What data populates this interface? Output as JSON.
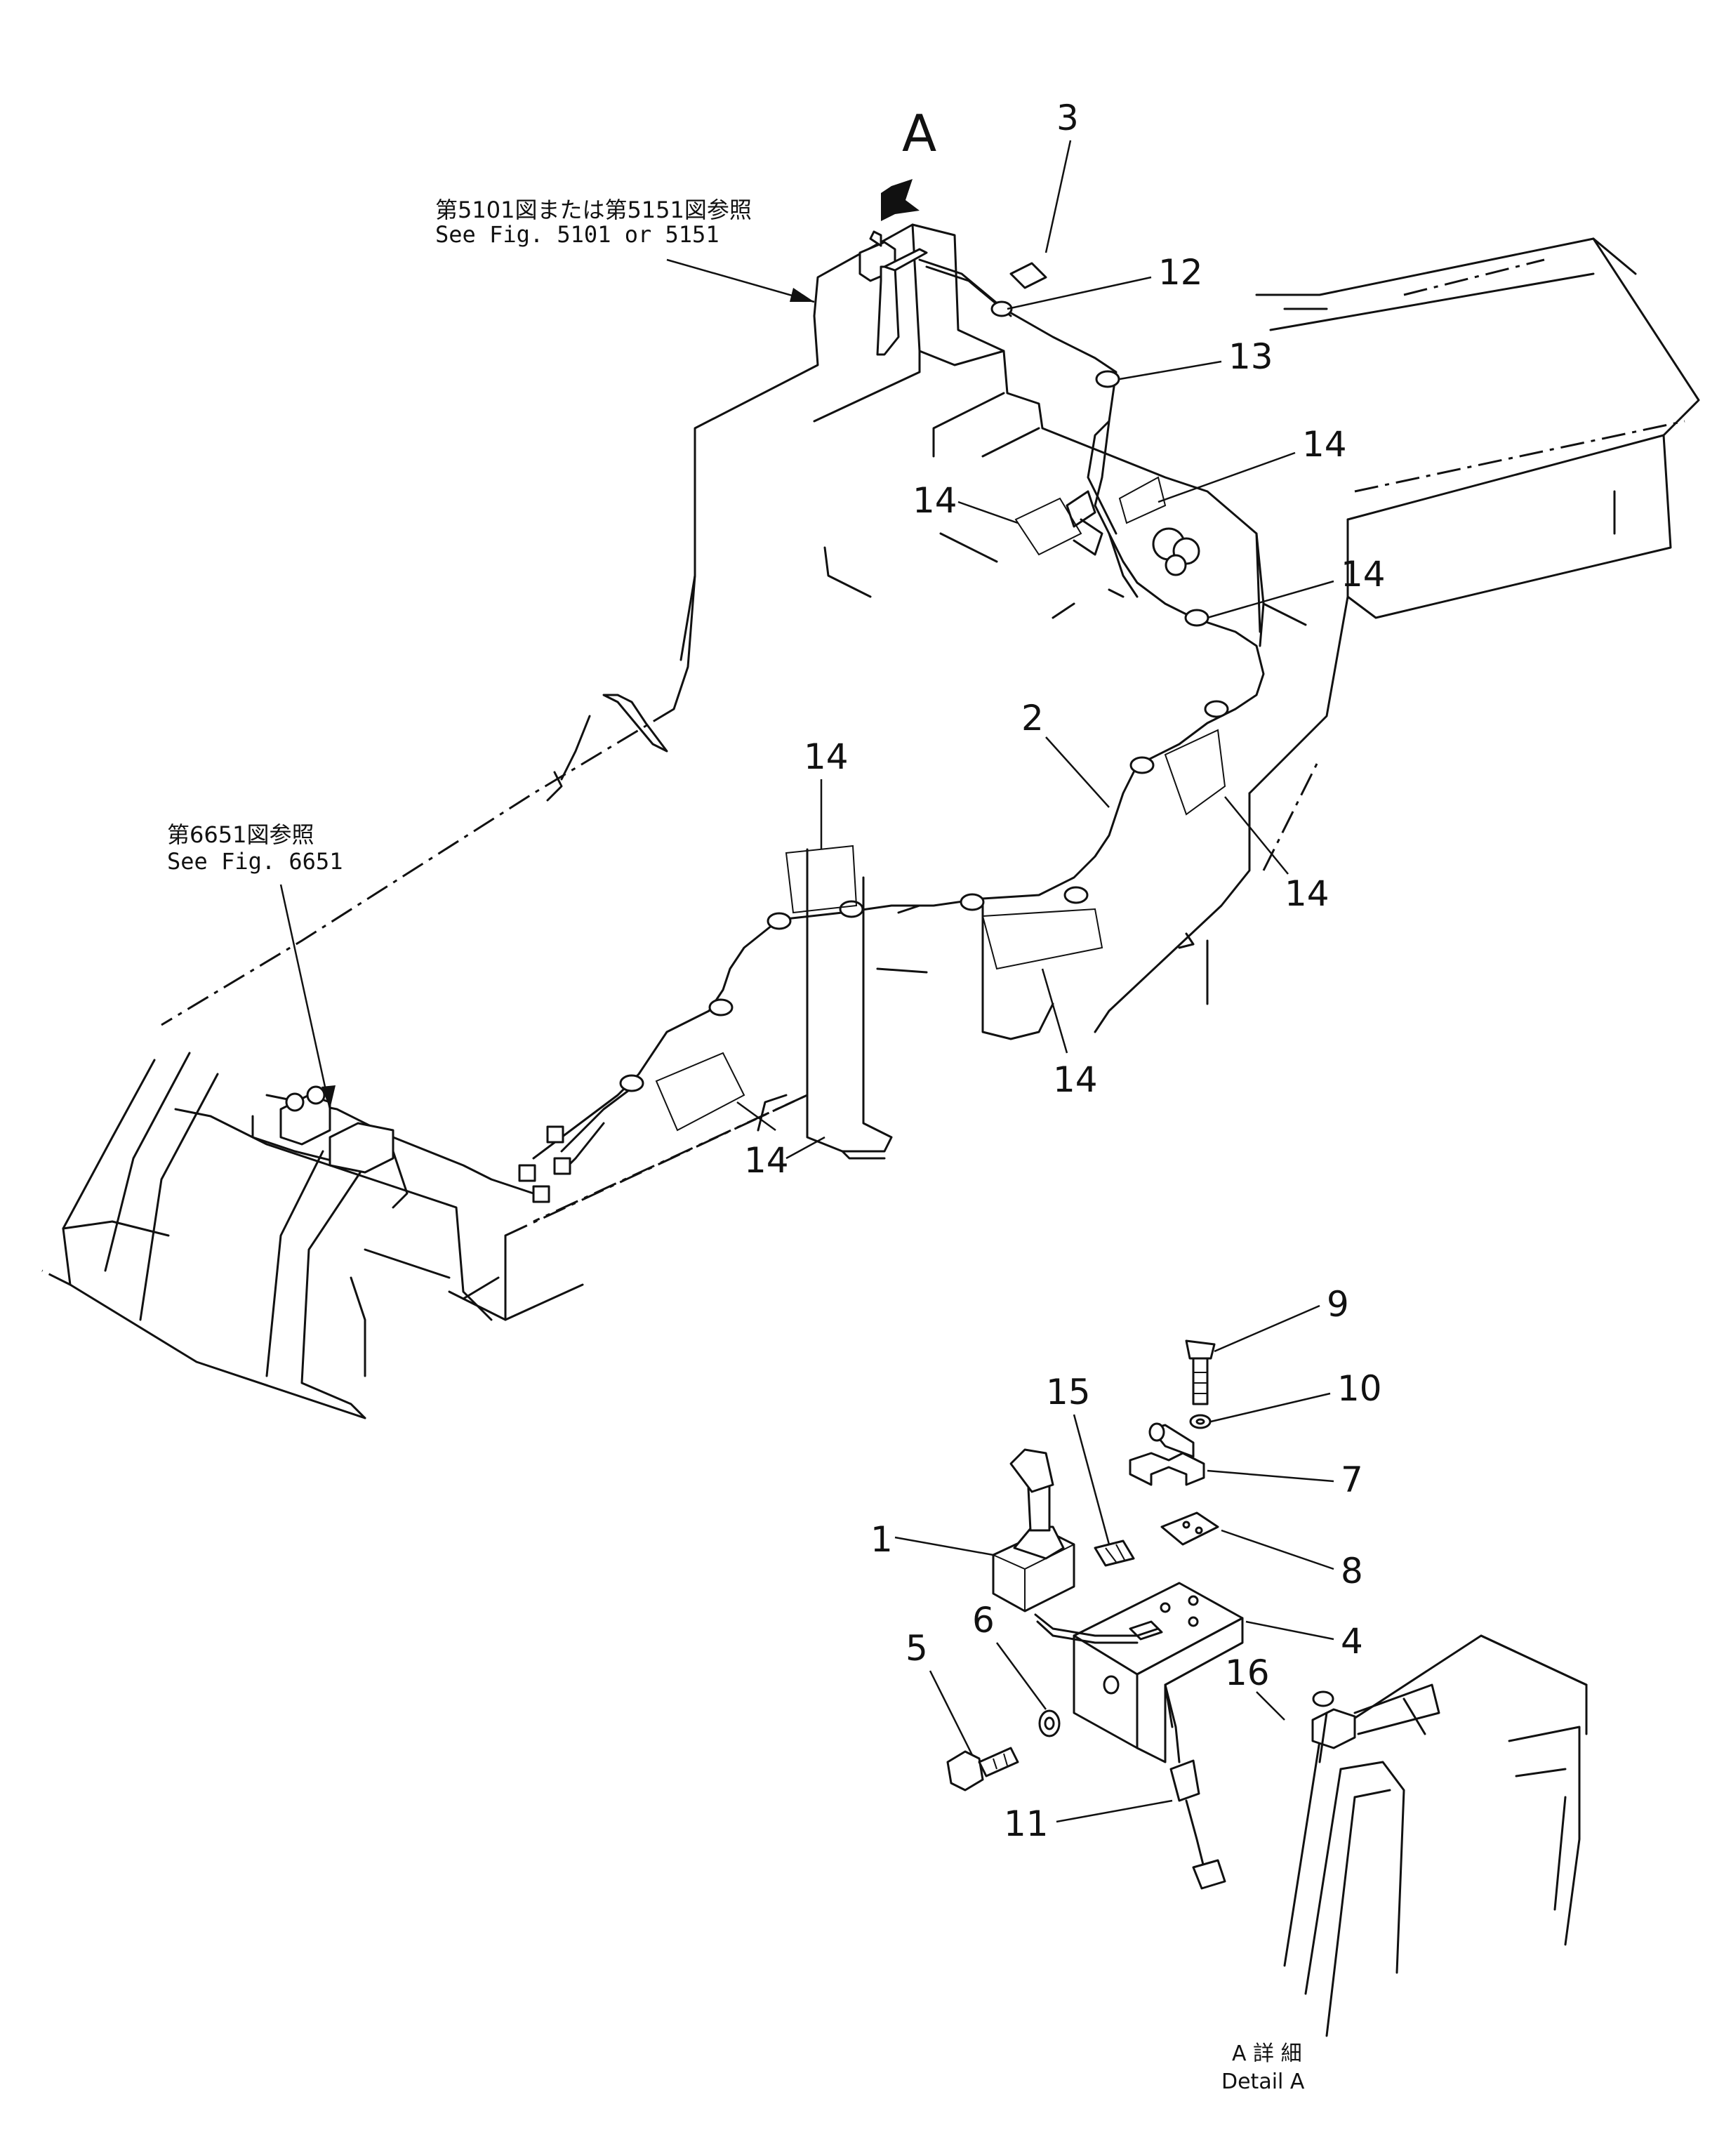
{
  "references": {
    "fig5101_jp": "第5101図または第5151図参照",
    "fig5101_en": "See Fig. 5101 or 5151",
    "fig6651_jp": "第6651図参照",
    "fig6651_en": "See Fig. 6651"
  },
  "view_marker": "A",
  "detail": {
    "jp": "A 詳 細",
    "en": "Detail A"
  },
  "callouts": {
    "c1": "1",
    "c2": "2",
    "c3": "3",
    "c4": "4",
    "c5": "5",
    "c6": "6",
    "c7": "7",
    "c8": "8",
    "c9": "9",
    "c10": "10",
    "c11": "11",
    "c12": "12",
    "c13": "13",
    "c15": "15",
    "c16": "16",
    "c14": "14"
  }
}
